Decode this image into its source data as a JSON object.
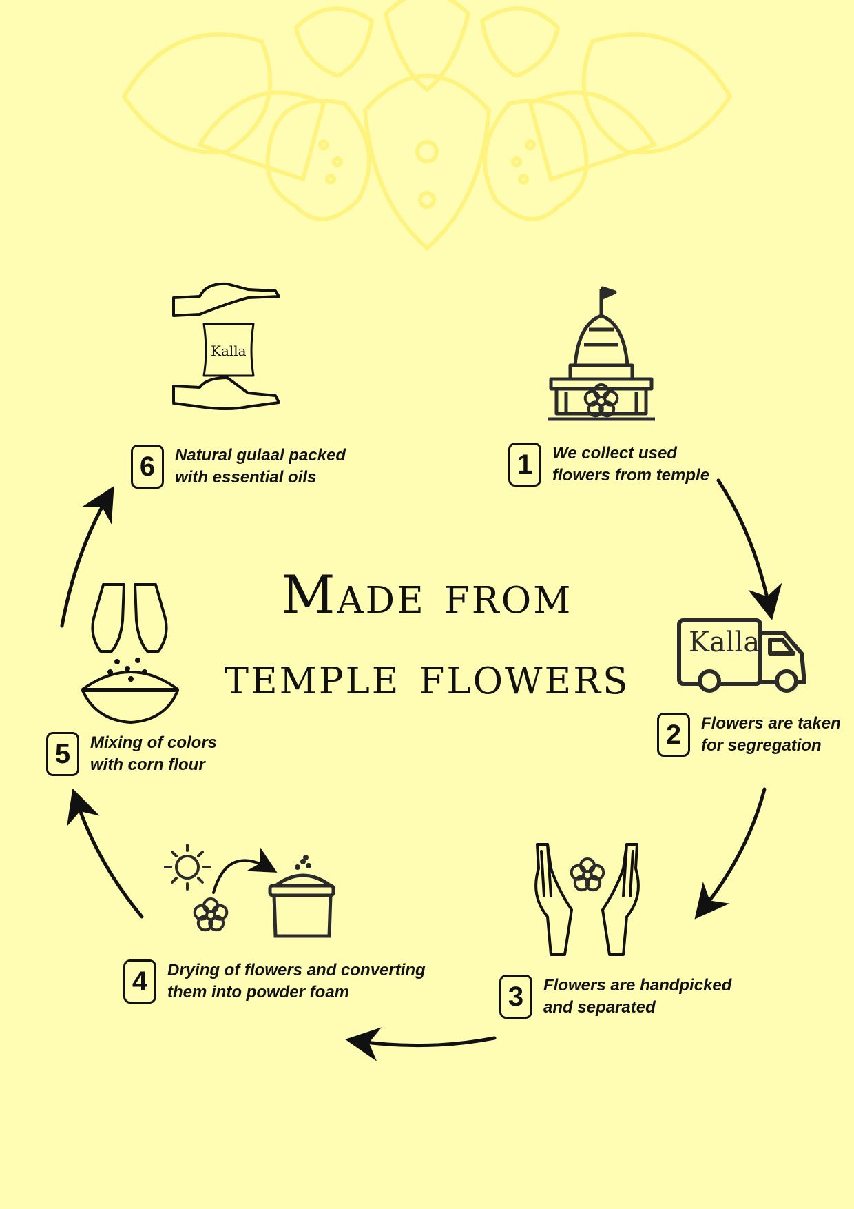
{
  "title": {
    "line1": "Made from",
    "line2": "temple flowers"
  },
  "brand": "Kalla",
  "steps": [
    {
      "number": "1",
      "line1": "We collect used",
      "line2": "flowers from temple",
      "icon": "temple-icon"
    },
    {
      "number": "2",
      "line1": "Flowers are taken",
      "line2": "for segregation",
      "icon": "delivery-truck-icon"
    },
    {
      "number": "3",
      "line1": "Flowers are handpicked",
      "line2": "and separated",
      "icon": "hands-with-flower-icon"
    },
    {
      "number": "4",
      "line1": "Drying of flowers and converting",
      "line2": "them into powder foam",
      "icon": "sun-drying-icon"
    },
    {
      "number": "5",
      "line1": "Mixing of colors",
      "line2": "with corn flour",
      "icon": "mixing-bowl-icon"
    },
    {
      "number": "6",
      "line1": "Natural gulaal packed",
      "line2": "with essential oils",
      "icon": "hands-with-packet-icon"
    }
  ],
  "colors": {
    "background": "#fffdb3",
    "mandala": "#fff27a",
    "ink": "#111111",
    "icon": "#2b2b2b"
  }
}
